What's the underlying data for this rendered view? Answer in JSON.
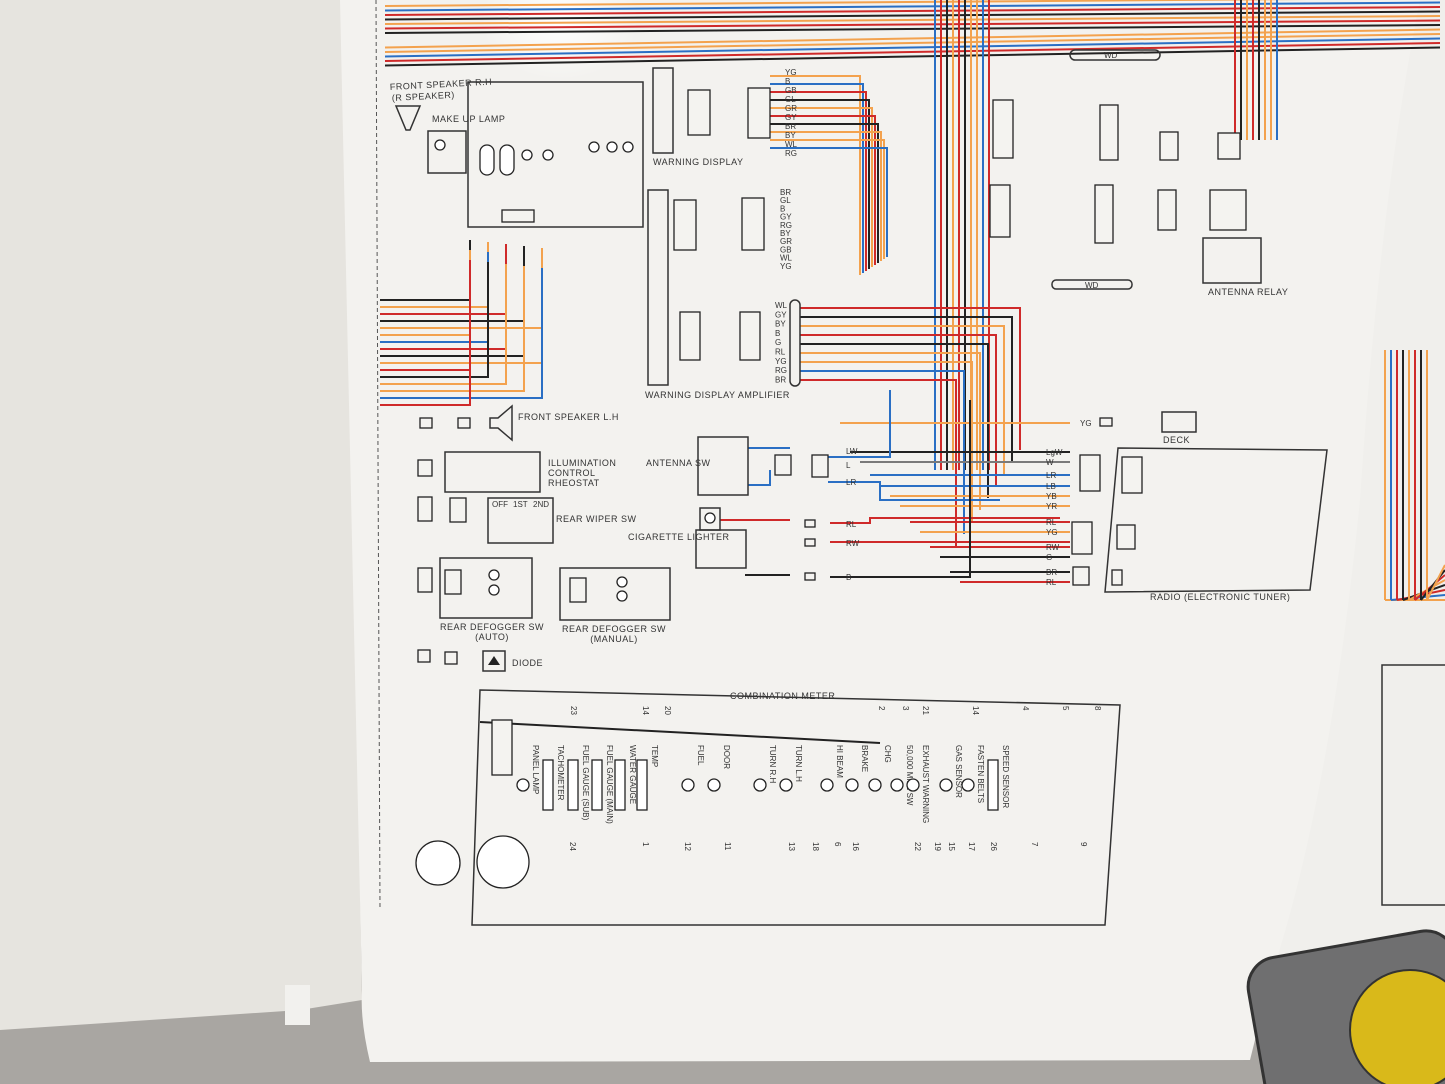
{
  "wire_colors": {
    "orange": "#f3a24e",
    "blue": "#2a6fc4",
    "red": "#cf2a2a",
    "black": "#222222",
    "gray": "#7a7a7a"
  },
  "components": {
    "front_speaker_rh": "FRONT SPEAKER R.H",
    "front_speaker_rh_sub": "(R SPEAKER)",
    "make_up_lamp": "MAKE UP LAMP",
    "warning_display": "WARNING DISPLAY",
    "warning_display_amplifier": "WARNING DISPLAY AMPLIFIER",
    "front_speaker_lh": "FRONT SPEAKER L.H",
    "illumination_control_rheostat": "ILLUMINATION CONTROL RHEOSTAT",
    "rear_wiper_sw": "REAR WIPER SW",
    "rear_defogger_auto": "REAR DEFOGGER SW (AUTO)",
    "rear_defogger_manual": "REAR DEFOGGER SW (MANUAL)",
    "diode": "DIODE",
    "antenna_sw": "ANTENNA SW",
    "cigarette_lighter": "CIGARETTE LIGHTER",
    "deck": "DECK",
    "radio": "RADIO (ELECTRONIC TUNER)",
    "antenna_relay": "ANTENNA RELAY",
    "combination_meter": "COMBINATION METER",
    "wd": "WD"
  },
  "warning_display_codes": [
    "YG",
    "B",
    "GB",
    "GL",
    "GR",
    "GY",
    "BR",
    "BY",
    "WL",
    "RG"
  ],
  "amplifier_codes_upper": [
    "BR",
    "GL",
    "B",
    "GY",
    "RG",
    "BY",
    "GR",
    "GB",
    "WL",
    "YG"
  ],
  "amplifier_codes_lower": [
    "WL",
    "GY",
    "BY",
    "B",
    "G",
    "RL",
    "YG",
    "RG",
    "BR"
  ],
  "antenna_codes": [
    "LW",
    "L",
    "LR"
  ],
  "lighter_codes": [
    "RL",
    "RW",
    "B"
  ],
  "radio_codes": [
    "YG",
    "LgW",
    "W",
    "LR",
    "LB",
    "YB",
    "YR",
    "RL",
    "YG",
    "RW",
    "G",
    "BR",
    "RL"
  ],
  "meter_labels": [
    "PANEL LAMP",
    "TACHOMETER",
    "FUEL GAUGE (SUB)",
    "FUEL GAUGE (MAIN)",
    "WATER GAUGE",
    "TEMP",
    "FUEL",
    "DOOR",
    "TURN R.H",
    "TURN L.H",
    "HI BEAM",
    "BRAKE",
    "CHG",
    "50,000 MILE SW",
    "EXHAUST WARNING",
    "GAS SENSOR",
    "FASTEN BELTS",
    "SPEED SENSOR"
  ],
  "meter_pins_top": [
    "23",
    "14",
    "20",
    "2",
    "3",
    "21",
    "14",
    "4",
    "5",
    "8"
  ],
  "meter_pins_bottom": [
    "24",
    "1",
    "12",
    "11",
    "13",
    "18",
    "6",
    "16",
    "22",
    "19",
    "15",
    "17",
    "26",
    "7",
    "9"
  ],
  "rear_wiper_positions": [
    "OFF",
    "1ST",
    "2ND"
  ]
}
